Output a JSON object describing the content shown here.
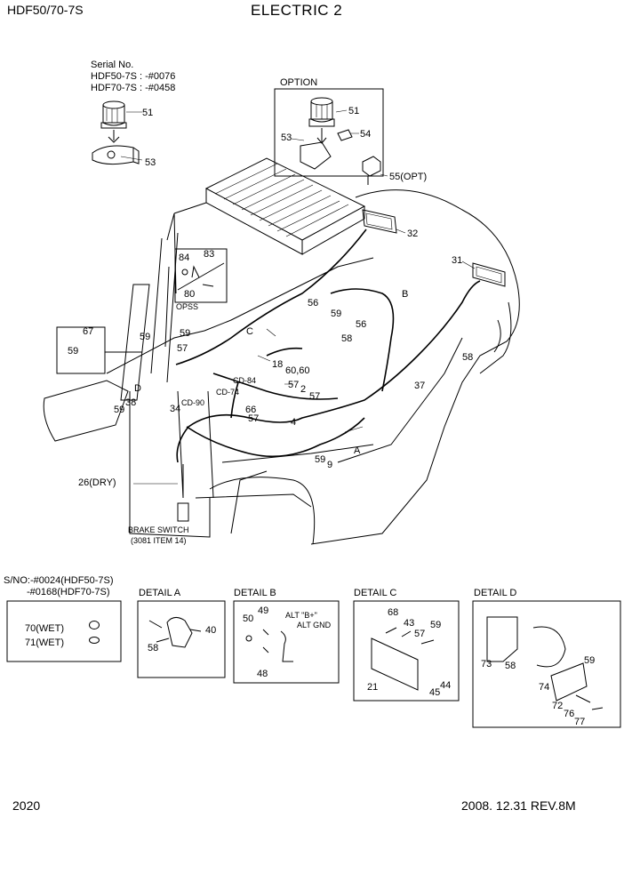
{
  "header": {
    "model": "HDF50/70-7S",
    "title": "ELECTRIC 2"
  },
  "serial_block": {
    "label": "Serial No.",
    "line1": "HDF50-7S : -#0076",
    "line2": "HDF70-7S : -#0458"
  },
  "option_label": "OPTION",
  "opss_label": "OPSS",
  "callouts": {
    "c51a": "51",
    "c53a": "53",
    "c51b": "51",
    "c53b": "53",
    "c54": "54",
    "c55": "55(OPT)",
    "c32": "32",
    "c31": "31",
    "cB": "B",
    "c84": "84",
    "c83": "83",
    "c80": "80",
    "c56a": "56",
    "c59a": "59",
    "c56b": "56",
    "c58a": "58",
    "c67": "67",
    "c59b": "59",
    "c59c": "59",
    "c59d": "59",
    "c57a": "57",
    "cC": "C",
    "c18": "18",
    "c6060": "60,60",
    "cD": "D",
    "c38": "38",
    "c59e": "59",
    "c34": "34",
    "cCD90": "CD-90",
    "cCD84": "CD-84",
    "cCD74": "CD-74",
    "c57b": "57",
    "c2": "2",
    "c57c": "57",
    "c66": "66",
    "c57d": "57",
    "c4": "4",
    "c37": "37",
    "c58b": "58",
    "cA": "A",
    "c59f": "59",
    "c9": "9",
    "c26": "26(DRY)"
  },
  "brake_switch": {
    "line1": "BRAKE SWITCH",
    "line2": "(3081 ITEM 14)"
  },
  "sno_block": {
    "line1": "S/NO:-#0024(HDF50-7S)",
    "line2": "-#0168(HDF70-7S)",
    "item1": "70(WET)",
    "item2": "71(WET)"
  },
  "detail_a": {
    "title": "DETAIL A",
    "n58": "58",
    "n40": "40"
  },
  "detail_b": {
    "title": "DETAIL B",
    "n49": "49",
    "n50": "50",
    "n48": "48",
    "alt_b": "ALT \"B+\"",
    "alt_gnd": "ALT GND"
  },
  "detail_c": {
    "title": "DETAIL C",
    "n68": "68",
    "n43": "43",
    "n57": "57",
    "n59": "59",
    "n21": "21",
    "n44": "44",
    "n45": "45"
  },
  "detail_d": {
    "title": "DETAIL D",
    "n73": "73",
    "n58": "58",
    "n59": "59",
    "n74": "74",
    "n72": "72",
    "n76": "76",
    "n77": "77"
  },
  "footer": {
    "page": "2020",
    "date_rev": "2008. 12.31  REV.8M"
  }
}
